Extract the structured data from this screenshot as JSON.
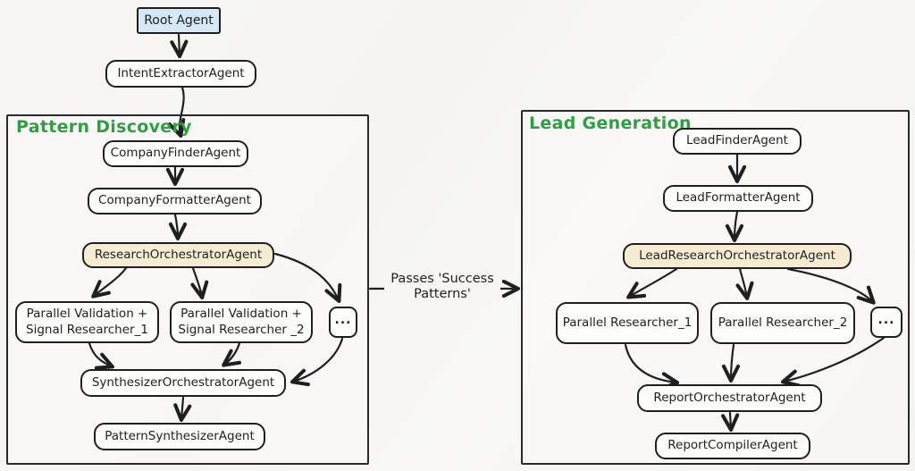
{
  "colors": {
    "stroke": "#1f1f1f",
    "root_fill": "#d6e8f7",
    "orchestrator_fill": "#f6ecd4",
    "node_fill": "#fdfdfb",
    "section_title_green": "#2f9e44",
    "background": "#f7f6f3"
  },
  "top": {
    "root_agent": "Root Agent",
    "intent_extractor": "IntentExtractorAgent"
  },
  "edge_label": "Passes 'Success\nPatterns'",
  "pattern_discovery": {
    "title": "Pattern Discovery",
    "company_finder": "CompanyFinderAgent",
    "company_formatter": "CompanyFormatterAgent",
    "research_orchestrator": "ResearchOrchestratorAgent",
    "researcher_1": "Parallel Validation +\nSignal Researcher_1",
    "researcher_2": "Parallel Validation +\nSignal Researcher _2",
    "ellipsis": "...",
    "synthesizer_orchestrator": "SynthesizerOrchestratorAgent",
    "pattern_synthesizer": "PatternSynthesizerAgent"
  },
  "lead_generation": {
    "title": "Lead Generation",
    "lead_finder": "LeadFinderAgent",
    "lead_formatter": "LeadFormatterAgent",
    "lead_research_orchestrator": "LeadResearchOrchestratorAgent",
    "researcher_1": "Parallel Researcher_1",
    "researcher_2": "Parallel Researcher_2",
    "ellipsis": "...",
    "report_orchestrator": "ReportOrchestratorAgent",
    "report_compiler": "ReportCompilerAgent"
  }
}
